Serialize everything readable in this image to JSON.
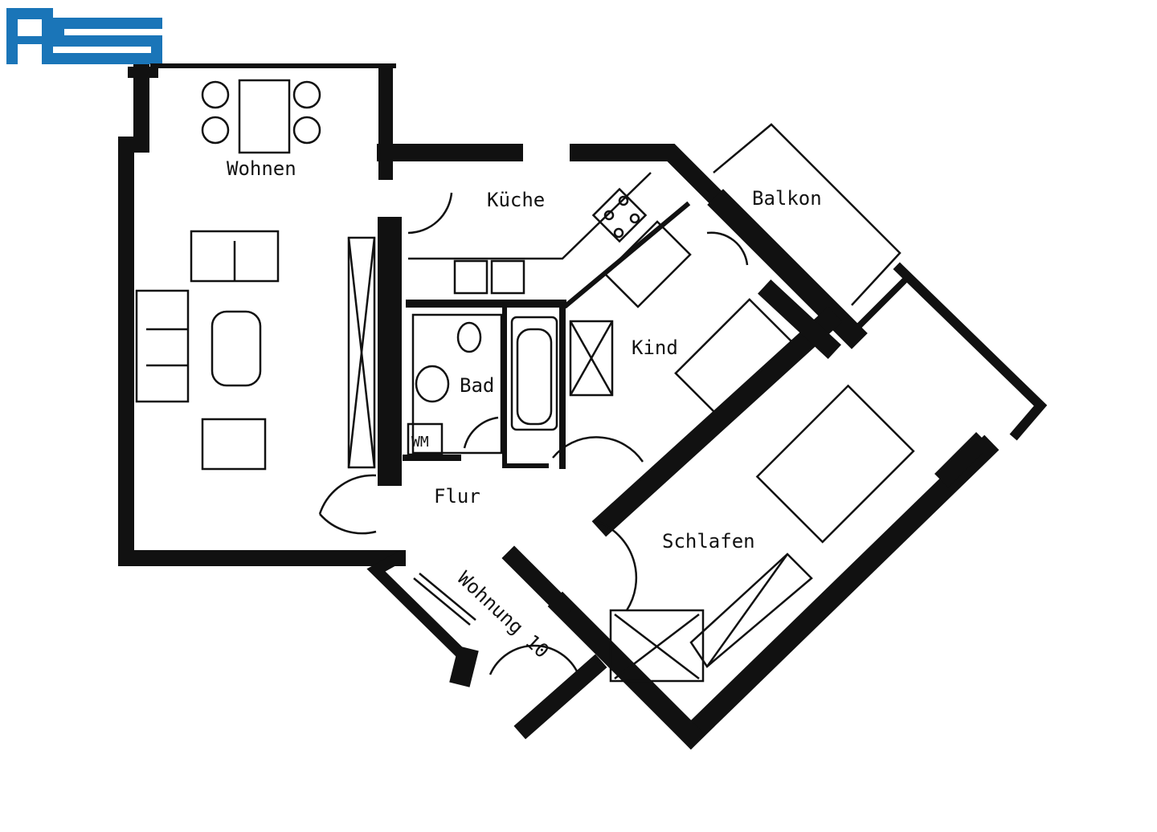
{
  "logo": {
    "text": "AS",
    "color": "#1a75b8"
  },
  "rooms": {
    "wohnen": "Wohnen",
    "kueche": "Küche",
    "balkon": "Balkon",
    "kind": "Kind",
    "bad": "Bad",
    "wm": "WM",
    "flur": "Flur",
    "schlafen": "Schlafen",
    "wohnung": "Wohnung 10"
  },
  "colors": {
    "ink": "#111111",
    "paper": "#ffffff"
  }
}
